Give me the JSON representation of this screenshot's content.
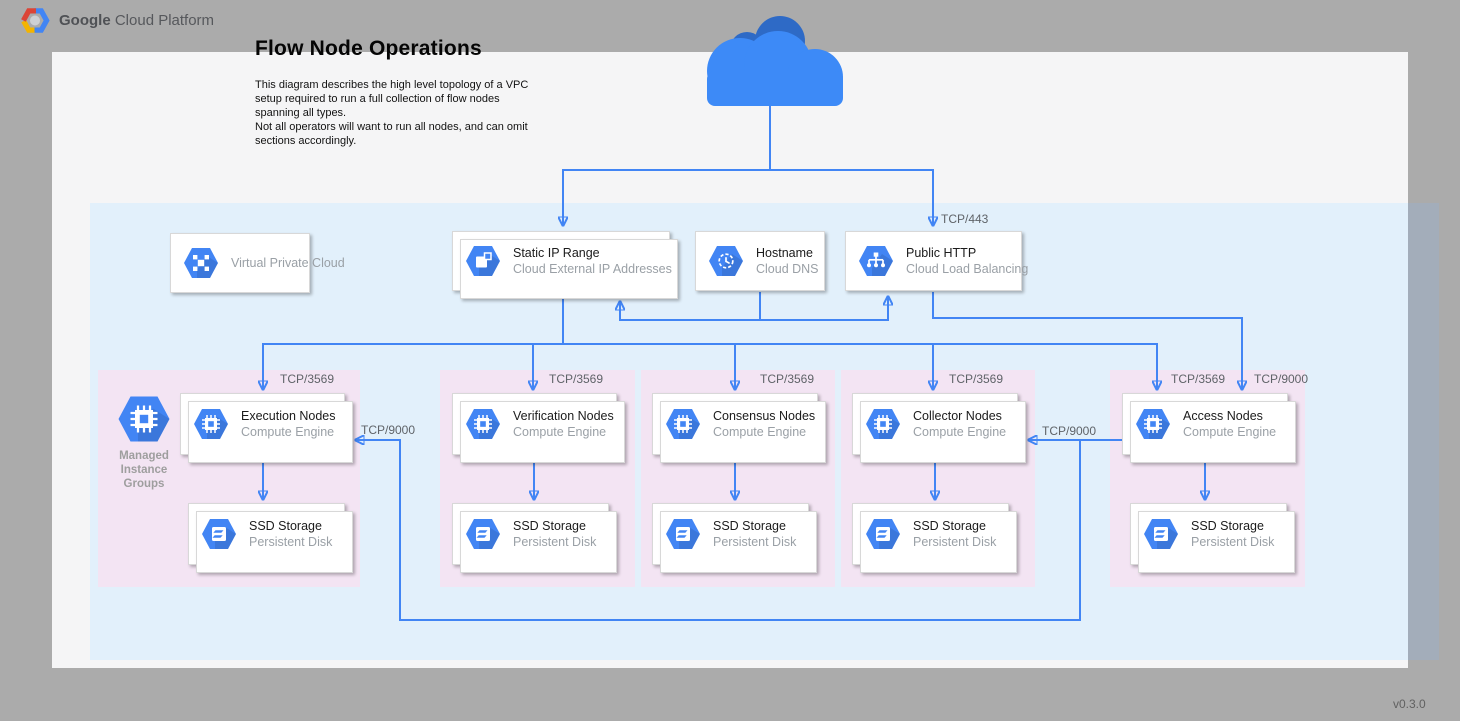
{
  "header": {
    "brand_bold": "Google",
    "brand_rest": "Cloud Platform"
  },
  "title": "Flow Node Operations",
  "description": "This diagram describes the high level topology of a VPC setup required to run a full collection of flow nodes spanning all types.\nNot all operators will want to run all nodes, and can omit sections accordingly.",
  "version": "v0.3.0",
  "colors": {
    "accent_blue": "#4285F4",
    "cloud_dark_blue": "#2E6AC6",
    "vpc_region_blue": "#E2F0FB",
    "group_pink": "#F3E4F3",
    "canvas_white": "#F5F5F6",
    "page_gray": "#ABABAB"
  },
  "services": {
    "vpc": {
      "title": "Virtual\nPrivate Cloud",
      "icon": "vpc-icon"
    },
    "static_ip": {
      "title": "Static IP Range",
      "subtitle": "Cloud External IP Addresses",
      "icon": "external-ip-icon"
    },
    "hostname": {
      "title": "Hostname",
      "subtitle": "Cloud DNS",
      "icon": "cloud-dns-icon"
    },
    "public_http": {
      "title": "Public HTTP",
      "subtitle": "Cloud Load Balancing",
      "icon": "load-balancing-icon"
    }
  },
  "mig_label": "Managed\nInstance\nGroups",
  "node_groups": [
    {
      "name": "execution",
      "compute": {
        "title": "Execution Nodes",
        "subtitle": "Compute Engine"
      },
      "storage": {
        "title": "SSD Storage",
        "subtitle": "Persistent Disk"
      }
    },
    {
      "name": "verification",
      "compute": {
        "title": "Verification Nodes",
        "subtitle": "Compute Engine"
      },
      "storage": {
        "title": "SSD Storage",
        "subtitle": "Persistent Disk"
      }
    },
    {
      "name": "consensus",
      "compute": {
        "title": "Consensus Nodes",
        "subtitle": "Compute Engine"
      },
      "storage": {
        "title": "SSD Storage",
        "subtitle": "Persistent Disk"
      }
    },
    {
      "name": "collector",
      "compute": {
        "title": "Collector Nodes",
        "subtitle": "Compute Engine"
      },
      "storage": {
        "title": "SSD Storage",
        "subtitle": "Persistent Disk"
      }
    },
    {
      "name": "access",
      "compute": {
        "title": "Access Nodes",
        "subtitle": "Compute Engine"
      },
      "storage": {
        "title": "SSD Storage",
        "subtitle": "Persistent Disk"
      }
    }
  ],
  "port_labels": {
    "tcp443": "TCP/443",
    "tcp3569": "TCP/3569",
    "tcp9000": "TCP/9000"
  }
}
